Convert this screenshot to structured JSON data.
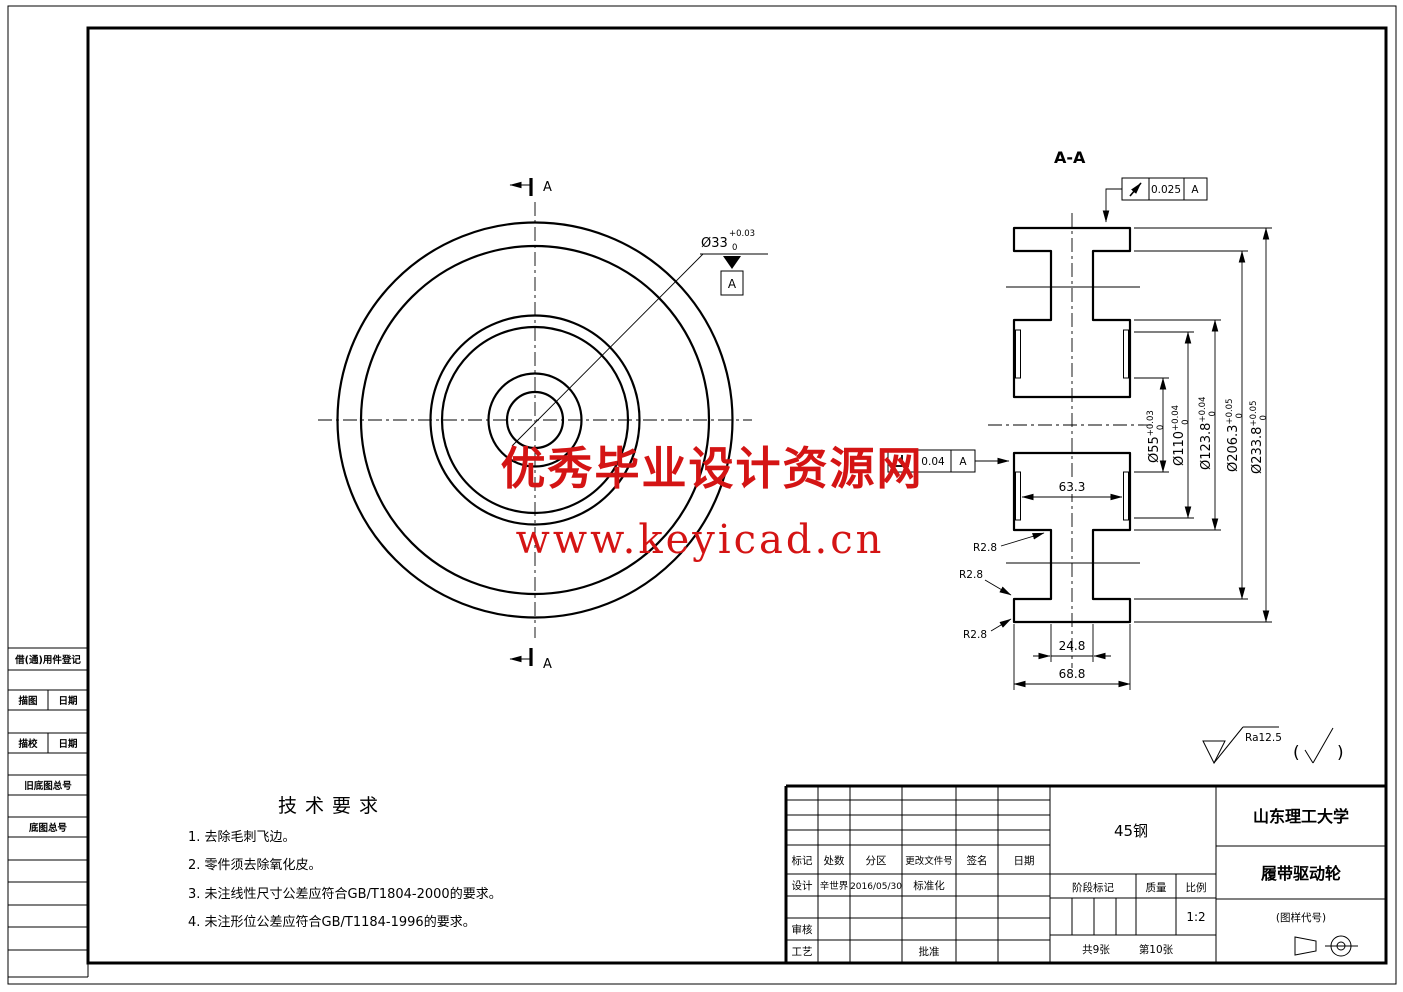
{
  "watermark": {
    "line1": "优秀毕业设计资源网",
    "line2": "www.keyicad.cn"
  },
  "views": {
    "section_title": "A-A",
    "cut_label_top": "A",
    "cut_label_bottom": "A"
  },
  "front": {
    "bore_dia": "Ø33",
    "bore_tol_up": "+0.03",
    "bore_tol_dn": "0",
    "datum": "A"
  },
  "gdt": {
    "runout": {
      "value": "0.025",
      "datum": "A"
    },
    "perp": {
      "value": "0.04",
      "datum": "A"
    }
  },
  "dims": {
    "d55": {
      "dia": "Ø55",
      "up": "+0.03",
      "dn": "0"
    },
    "d110": {
      "dia": "Ø110",
      "up": "+0.04",
      "dn": "0"
    },
    "d123": {
      "dia": "Ø123.8",
      "up": "+0.04",
      "dn": "0"
    },
    "d206": {
      "dia": "Ø206.3",
      "up": "+0.05",
      "dn": "0"
    },
    "d233": {
      "dia": "Ø233.8",
      "up": "+0.05",
      "dn": "0"
    },
    "hub_width": "63.3",
    "web_width": "24.8",
    "overall_width": "68.8",
    "fillet1": "R2.8",
    "fillet2": "R2.8",
    "fillet3": "R2.8"
  },
  "roughness": {
    "value": "Ra12.5",
    "paren_open": "(",
    "paren_close": ")"
  },
  "tech": {
    "title": "技术要求",
    "items": [
      "1. 去除毛刺飞边。",
      "2. 零件须去除氧化皮。",
      "3. 未注线性尺寸公差应符合GB/T1804-2000的要求。",
      "4. 未注形位公差应符合GB/T1184-1996的要求。"
    ]
  },
  "left_strip": {
    "borrow": "借(通)用件登记",
    "trace": "描图",
    "trace_date": "日期",
    "check": "描校",
    "check_date": "日期",
    "old_no": "旧底图总号",
    "base_no": "底图总号"
  },
  "tb": {
    "material": "45钢",
    "school": "山东理工大学",
    "part_name": "履带驱动轮",
    "drawing_code": "(图样代号)",
    "h_mark": "标记",
    "h_count": "处数",
    "h_zone": "分区",
    "h_doc": "更改文件号",
    "h_sign": "签名",
    "h_date": "日期",
    "design_label": "设计",
    "designer": "辛世界",
    "date": "2016/05/30",
    "standard_label": "标准化",
    "check_label": "审核",
    "process_label": "工艺",
    "approve_label": "批准",
    "stage_label": "阶段标记",
    "weight_label": "质量",
    "scale_label": "比例",
    "scale_value": "1:2",
    "sheet_total": "共9张",
    "sheet_no": "第10张"
  }
}
